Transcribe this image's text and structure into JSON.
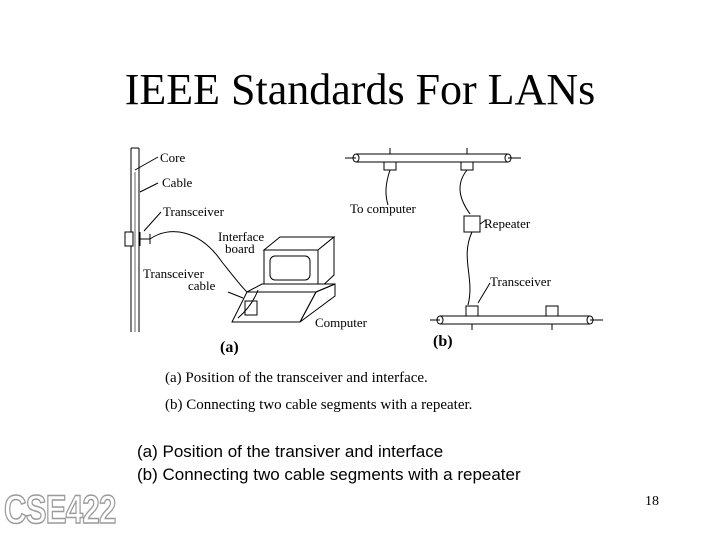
{
  "slide": {
    "title": "IEEE Standards For LANs",
    "captions": [
      "(a) Position of the transiver and interface",
      "(b) Connecting two cable segments with a repeater"
    ],
    "page_number": "18",
    "logo_text": "CSE422"
  },
  "figure": {
    "a_labels": {
      "core": "Core",
      "cable": "Cable",
      "transceiver": "Transceiver",
      "interface_line1": "Interface",
      "interface_line2": "board",
      "transceiver_cable_line1": "Transceiver",
      "transceiver_cable_line2": "cable",
      "computer": "Computer",
      "sublabel": "(a)"
    },
    "b_labels": {
      "to_computer": "To computer",
      "repeater": "Repeater",
      "transceiver": "Transceiver",
      "sublabel": "(b)"
    },
    "captions": [
      "(a) Position of the transceiver and interface.",
      "(b) Connecting two cable segments with a repeater."
    ]
  }
}
